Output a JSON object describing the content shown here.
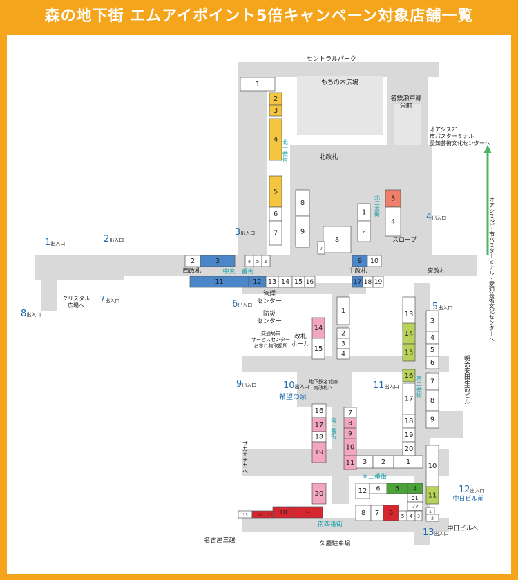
{
  "title": "森の地下街 エムアイポイント5倍キャンペーン対象店舗一覧",
  "colors": {
    "background_orange": "#F4A51C",
    "corridor_gray": "#D9D9D9",
    "blue_store": "#4A86C8",
    "yellow_store": "#F3C540",
    "pink_store": "#F2A6C2",
    "green_store": "#4CA33A",
    "light_green_store": "#B9D35A",
    "red_store": "#D7262E",
    "salmon_store": "#EE7F6A",
    "label_blue": "#1E6BB0",
    "label_teal": "#1BA0A8",
    "arrow_green": "#4CB464"
  },
  "landmarks": {
    "central_park": "セントラルパーク",
    "mochinoki": "もちの木広場",
    "meitetsu": "名鉄瀬戸線\n栄町",
    "oasis": "オアシス21\n市バスターミナル\n愛知芸術文化センターへ",
    "oasis_arrow": "オアシス21・市バスターミナル・愛知芸術文化センターへ",
    "north_gate": "北改札",
    "west_gate": "西改札",
    "middle_gate": "中改札",
    "east_gate": "東改札",
    "slope": "スロープ",
    "crystal": "クリスタル\n広場へ",
    "kanri": "管理\nセンター",
    "bousai": "防災\nセンター",
    "koutsuu": "交通局栄\nサービスセンター\nお忘れ物取扱所",
    "kaisatsu_hall": "改札\nホール",
    "meijo": "地下鉄名城線\n南改札へ",
    "meiji": "明治安田生命ビル",
    "sakaechika": "サカエチカへ",
    "mitsukoshi": "名古屋三越",
    "hisaya": "久屋駐車場",
    "chunichi_to": "中日ビルへ",
    "kibou": "希望の泉",
    "chunichi_front": "中日ビル前"
  },
  "streets": {
    "kita1": "北一番街",
    "kita2": "北二番街",
    "chuo1": "中央一番街",
    "minami1": "南一番街",
    "minami2": "南二番街",
    "minami3": "南三番街",
    "minami4": "南四番街"
  },
  "exit_suffix": "出入口",
  "exits": [
    "1",
    "2",
    "3",
    "4",
    "5",
    "6",
    "7",
    "8",
    "9",
    "10",
    "11",
    "12",
    "13"
  ],
  "stores": {
    "n1": "1",
    "n2": "2",
    "n3": "3",
    "n4": "4",
    "n5": "5",
    "n6": "6",
    "n7": "7",
    "k8": "8",
    "k9": "9",
    "k1": "1",
    "k2": "2",
    "k3": "3",
    "k4": "4",
    "b8": "8",
    "b7": "7",
    "w2": "2",
    "w3": "3",
    "w4": "4",
    "w5": "5",
    "w6": "6",
    "m9": "9",
    "m10": "10",
    "w11": "11",
    "w12": "12",
    "w13": "13",
    "w14": "14",
    "w15": "15",
    "w16": "16",
    "m17": "17",
    "m18": "18",
    "m19": "19",
    "c1": "1",
    "c2": "2",
    "c3": "3",
    "c4": "4",
    "c14": "14",
    "c15": "15",
    "e13": "13",
    "e14": "14",
    "e15": "15",
    "e3": "3",
    "e4": "4",
    "e5": "5",
    "e6": "6",
    "e16": "16",
    "e7": "7",
    "e8": "8",
    "e9": "9",
    "e17": "17",
    "e18": "18",
    "e19": "19",
    "e20": "20",
    "s16": "16",
    "s17": "17",
    "s18": "18",
    "s19": "19",
    "s7": "7",
    "s8": "8",
    "s9": "9",
    "s10": "10",
    "s11": "11",
    "s3": "3",
    "s2": "2",
    "s1": "1",
    "s20": "20",
    "t12": "12",
    "t6": "6",
    "t5": "5",
    "t4": "4",
    "t21": "21",
    "t22": "22",
    "t8": "8",
    "t7": "7",
    "t6b": "6",
    "t5b": "5",
    "t4b": "4",
    "t3b": "3",
    "r10": "10",
    "r11": "11",
    "r1": "1",
    "r2": "2",
    "b13": "13",
    "b12": "12",
    "b11": "11",
    "b10": "10",
    "b9": "9"
  }
}
